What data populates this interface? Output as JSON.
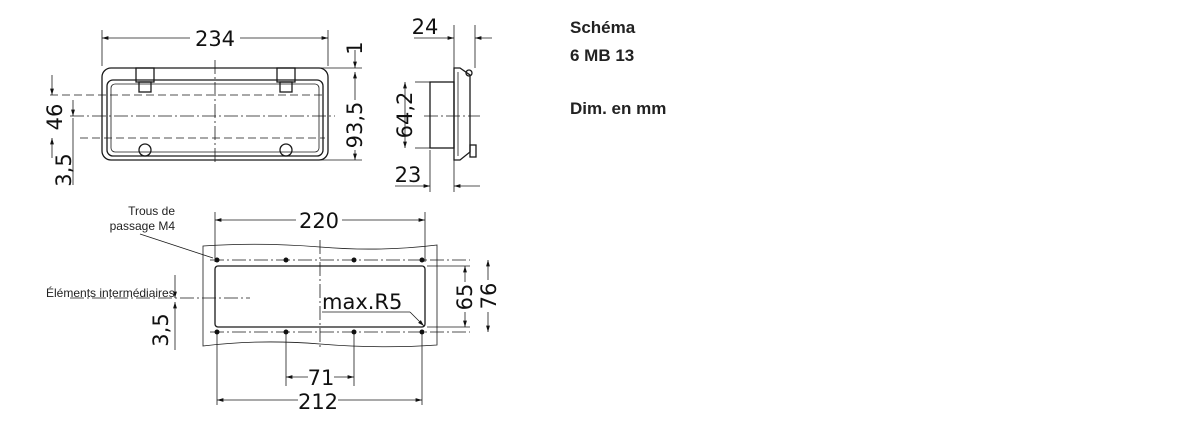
{
  "title": {
    "line1": "Schéma",
    "line2": "6 MB 13",
    "units": "Dim. en mm"
  },
  "top_view": {
    "width": "234",
    "offset_top": "1",
    "height": "93,5",
    "dim_46": "46",
    "dim_35": "3,5"
  },
  "side_view": {
    "depth": "24",
    "height": "64,2",
    "body": "23"
  },
  "cutout": {
    "width_holes": "220",
    "width_outer": "212",
    "pitch": "71",
    "inner_h": "65",
    "outer_h": "76",
    "radius": "max.R5",
    "offset": "3,5",
    "label_holes_1": "Trous de",
    "label_holes_2": "passage M4",
    "label_spacers": "Éléments intermédiaires"
  }
}
